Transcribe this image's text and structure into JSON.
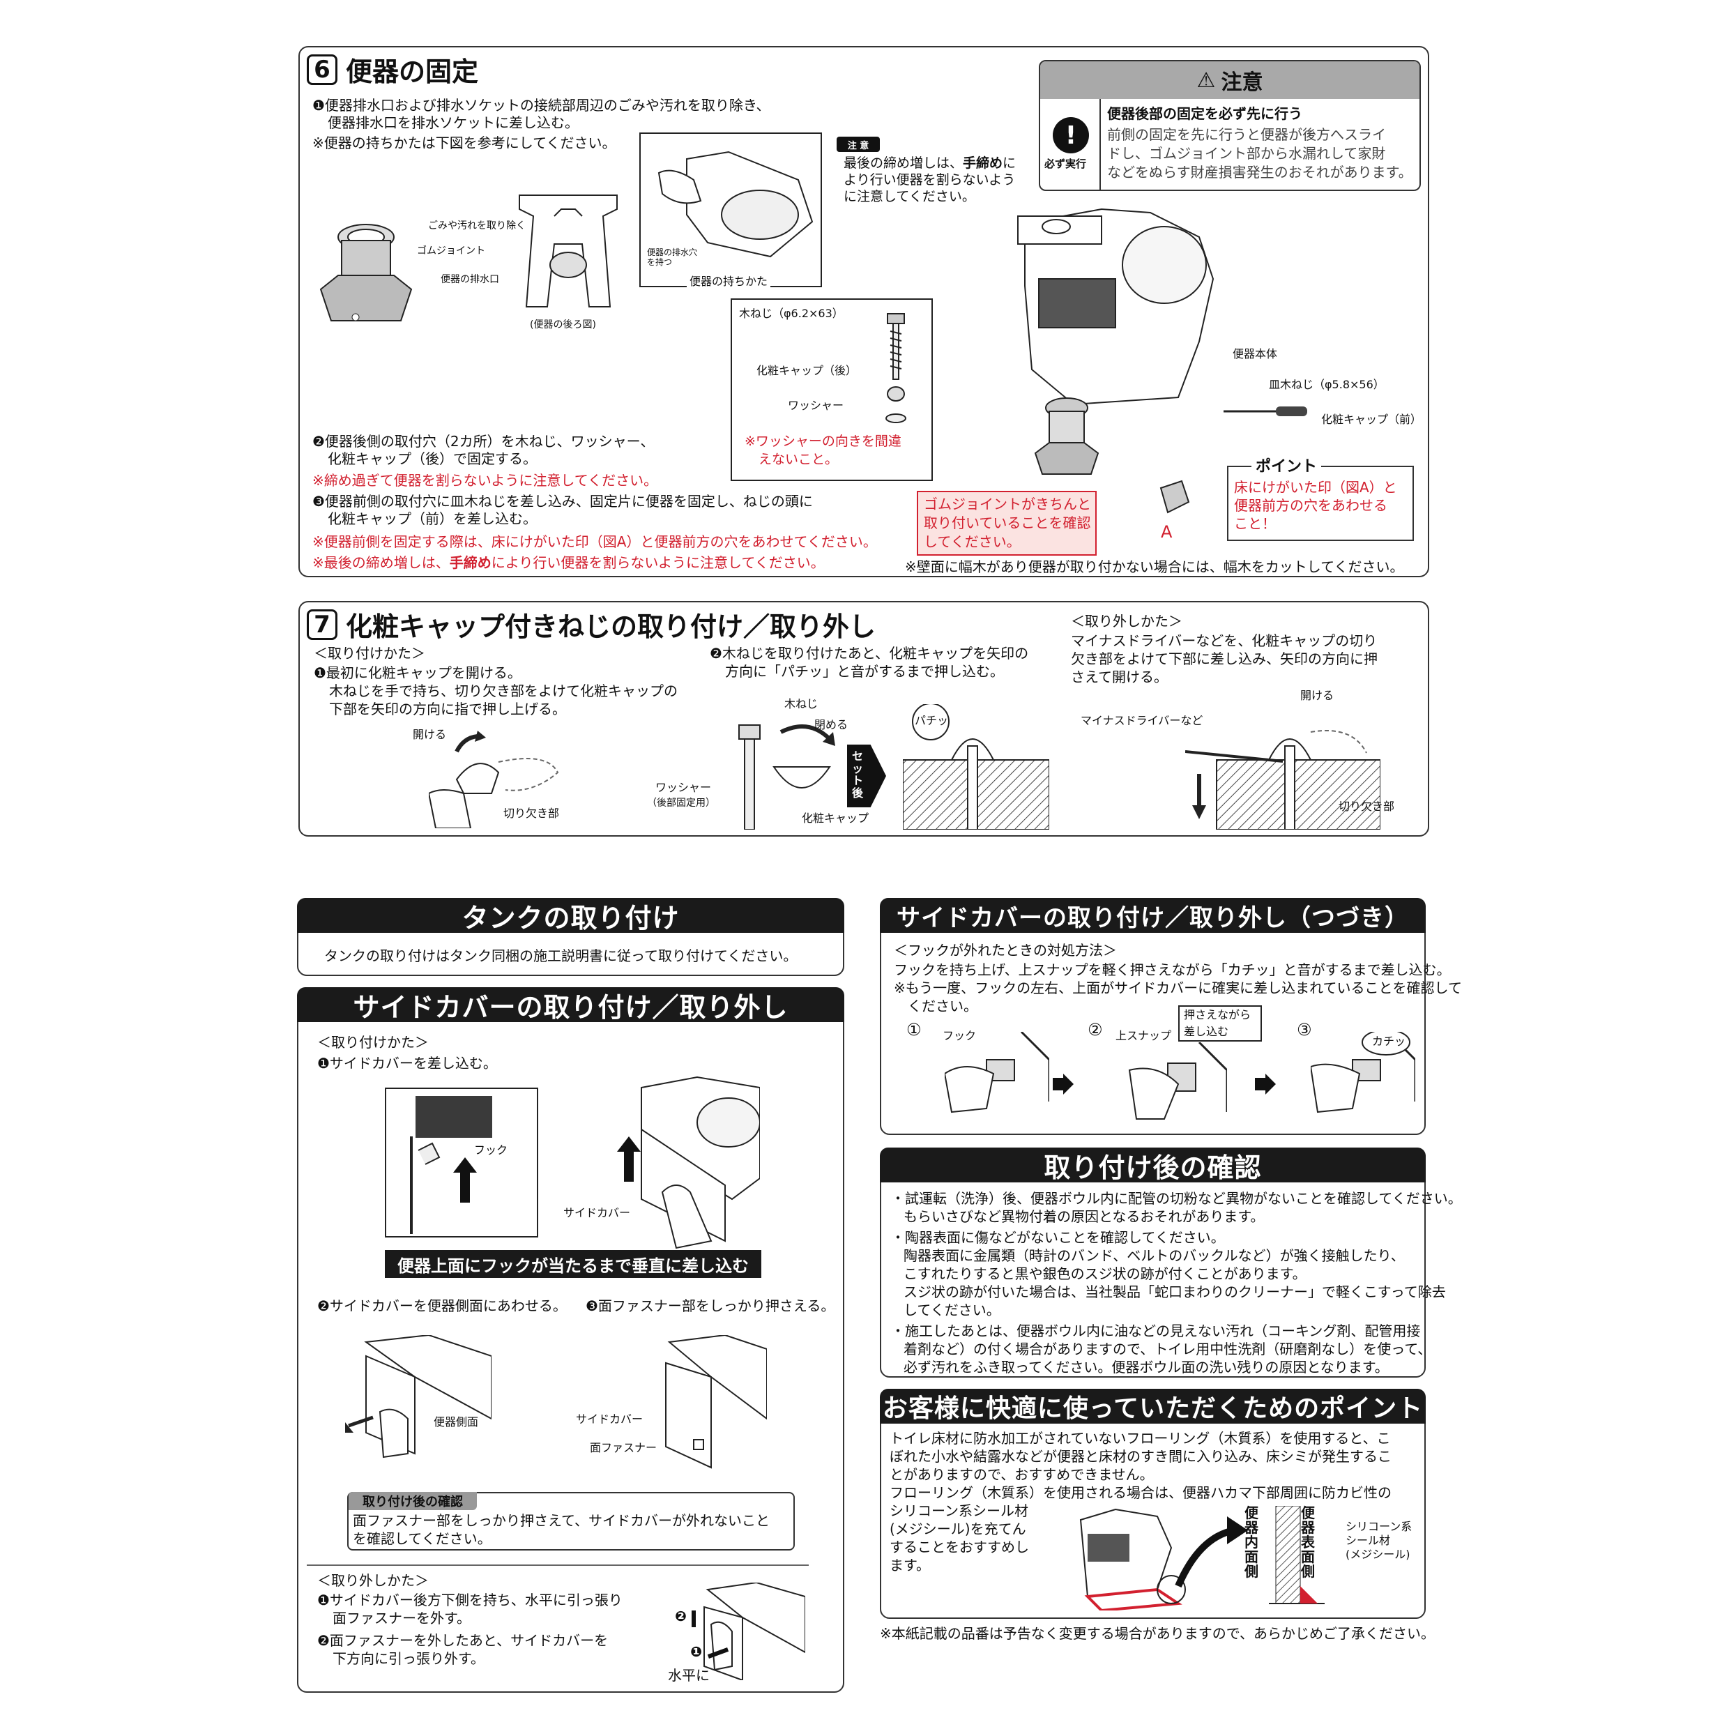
{
  "s6": {
    "num": "6",
    "title": "便器の固定",
    "step1_l1": "❶便器排水口および排水ソケットの接続部周辺のごみや汚れを取り除き、",
    "step1_l2": "便器排水口を排水ソケットに差し込む。",
    "step1_note": "※便器の持ちかたは下図を参考にしてください。",
    "lbl_dirt": "ごみや汚れを取り除く",
    "lbl_gomu": "ゴムジョイント",
    "lbl_outlet": "便器の排水口",
    "lbl_back": "(便器の後ろ図)",
    "lbl_hold_hole": "便器の排水穴\nを持つ",
    "lbl_holding": "便器の持ちかた",
    "caution_tag": "注 意",
    "caution_text_l1": "最後の締め増しは、",
    "caution_text_bold": "手締め",
    "caution_text_l1b": "に",
    "caution_text_l2": "より行い便器を割らないよう",
    "caution_text_l3": "に注意してください。",
    "warn_title": "注意",
    "warn_must": "必ず実行",
    "warn_head": "便器後部の固定を必ず先に行う",
    "warn_l1": "前側の固定を先に行うと便器が後方へスライ",
    "warn_l2": "ドし、ゴムジョイント部から水漏れして家財",
    "warn_l3": "などをぬらす財産損害発生のおそれがあります。",
    "lbl_woodscrew": "木ねじ（φ6.2×63）",
    "lbl_cap_back": "化粧キャップ（後）",
    "lbl_washer": "ワッシャー",
    "lbl_washer_warn_l1": "※ワッシャーの向きを間違",
    "lbl_washer_warn_l2": "えないこと。",
    "lbl_body": "便器本体",
    "lbl_flatscrew": "皿木ねじ（φ5.8×56）",
    "lbl_cap_front": "化粧キャップ（前）",
    "point_title": "ポイント",
    "point_l1": "床にけがいた印（図A）と",
    "point_l2": "便器前方の穴をあわせる",
    "point_l3": "こと！",
    "lbl_A": "A",
    "gomu_bubble_l1": "ゴムジョイントがきちんと",
    "gomu_bubble_l2": "取り付いていることを確認",
    "gomu_bubble_l3": "してください。",
    "step2_l1": "❷便器後側の取付穴（2カ所）を木ねじ、ワッシャー、",
    "step2_l2": "化粧キャップ（後）で固定する。",
    "step2_warn": "※締め過ぎて便器を割らないように注意してください。",
    "step3_l1": "❸便器前側の取付穴に皿木ねじを差し込み、固定片に便器を固定し、ねじの頭に",
    "step3_l2": "化粧キャップ（前）を差し込む。",
    "step3_warn1": "※便器前側を固定する際は、床にけがいた印（図A）と便器前方の穴をあわせてください。",
    "step3_warn2a": "※最後の締め増しは、",
    "step3_warn2b": "手締め",
    "step3_warn2c": "により行い便器を割らないように注意してください。",
    "baseboard": "※壁面に幅木があり便器が取り付かない場合には、幅木をカットしてください。"
  },
  "s7": {
    "num": "7",
    "title": "化粧キャップ付きねじの取り付け／取り外し",
    "attach_head": "＜取り付けかた＞",
    "a1_l1": "❶最初に化粧キャップを開ける。",
    "a1_l2": "木ねじを手で持ち、切り欠き部をよけて化粧キャップの",
    "a1_l3": "下部を矢印の方向に指で押し上げる。",
    "lbl_open": "開ける",
    "lbl_notch": "切り欠き部",
    "a2_l1": "❷木ねじを取り付けたあと、化粧キャップを矢印の",
    "a2_l2": "方向に「パチッ」と音がするまで押し込む。",
    "lbl_screw": "木ねじ",
    "lbl_close": "閉める",
    "lbl_washer": "ワッシャー",
    "lbl_washer_sub": "（後部固定用）",
    "lbl_cap": "化粧キャップ",
    "lbl_after_set": "セット後",
    "lbl_pachi": "パチッ",
    "remove_head": "＜取り外しかた＞",
    "r_l1": "マイナスドライバーなどを、化粧キャップの切り",
    "r_l2": "欠き部をよけて下部に差し込み、矢印の方向に押",
    "r_l3": "さえて開ける。",
    "lbl_driver": "マイナスドライバーなど",
    "lbl_open2": "開ける",
    "lbl_notch2": "切り欠き部"
  },
  "tank": {
    "title": "タンクの取り付け",
    "text": "タンクの取り付けはタンク同梱の施工説明書に従って取り付けてください。"
  },
  "side": {
    "title": "サイドカバーの取り付け／取り外し",
    "attach_head": "＜取り付けかた＞",
    "s1": "❶サイドカバーを差し込む。",
    "lbl_hook": "フック",
    "lbl_sidecover": "サイドカバー",
    "banner": "便器上面にフックが当たるまで垂直に差し込む",
    "s2": "❷サイドカバーを便器側面にあわせる。",
    "s3": "❸面ファスナー部をしっかり押さえる。",
    "lbl_side_face": "便器側面",
    "lbl_sidecover2": "サイドカバー",
    "lbl_fastener": "面ファスナー",
    "confirm_tag": "取り付け後の確認",
    "confirm_l1": "面ファスナー部をしっかり押さえて、サイドカバーが外れないこと",
    "confirm_l2": "を確認してください。",
    "remove_head": "＜取り外しかた＞",
    "r1_l1": "❶サイドカバー後方下側を持ち、水平に引っ張り",
    "r1_l2": "面ファスナーを外す。",
    "r2_l1": "❷面ファスナーを外したあと、サイドカバーを",
    "r2_l2": "下方向に引っ張り外す。",
    "lbl_horizontal": "水平に",
    "lbl_n1": "❶",
    "lbl_n2": "❷"
  },
  "side2": {
    "title": "サイドカバーの取り付け／取り外し（つづき）",
    "head": "＜フックが外れたときの対処方法＞",
    "l1": "フックを持ち上げ、上スナップを軽く押さえながら「カチッ」と音がするまで差し込む。",
    "l2": "※もう一度、フックの左右、上面がサイドカバーに確実に差し込まれていることを確認して",
    "l3": "ください。",
    "c1": "①",
    "c2": "②",
    "c3": "③",
    "lbl_hook": "フック",
    "lbl_snap": "上スナップ",
    "lbl_press_l1": "押さえながら",
    "lbl_press_l2": "差し込む",
    "lbl_kachi": "カチッ"
  },
  "confirm": {
    "title": "取り付け後の確認",
    "b1_l1": "・試運転（洗浄）後、便器ボウル内に配管の切粉など異物がないことを確認してください。",
    "b1_l2": "もらいさびなど異物付着の原因となるおそれがあります。",
    "b2_l1": "・陶器表面に傷などがないことを確認してください。",
    "b2_l2": "陶器表面に金属類（時計のバンド、ベルトのバックルなど）が強く接触したり、",
    "b2_l3": "こすれたりすると黒や銀色のスジ状の跡が付くことがあります。",
    "b2_l4": "スジ状の跡が付いた場合は、当社製品「蛇口まわりのクリーナー」で軽くこすって除去",
    "b2_l5": "してください。",
    "b3_l1": "・施工したあとは、便器ボウル内に油などの見えない汚れ（コーキング剤、配管用接",
    "b3_l2": "着剤など）の付く場合がありますので、トイレ用中性洗剤（研磨剤なし）を使って、",
    "b3_l3": "必ず汚れをふき取ってください。便器ボウル面の洗い残りの原因となります。"
  },
  "comfort": {
    "title": "お客様に快適に使っていただくためのポイント",
    "l1": "トイレ床材に防水加工がされていないフローリング（木質系）を使用すると、こ",
    "l2": "ぼれた小水や結露水などが便器と床材のすき間に入り込み、床シミが発生するこ",
    "l3": "とがありますので、おすすめできません。",
    "l4": "フローリング（木質系）を使用される場合は、便器ハカマ下部周囲に防カビ性の",
    "l5": "シリコーン系シール材",
    "l6": "(メジシール)を充てん",
    "l7": "することをおすすめし",
    "l8": "ます。",
    "lbl_inner": "便器内面側",
    "lbl_outer": "便器表面側",
    "lbl_seal_l1": "シリコーン系",
    "lbl_seal_l2": "シール材",
    "lbl_seal_l3": "(メジシール)"
  },
  "footer": "※本紙記載の品番は予告なく変更する場合がありますので、あらかじめご了承ください。"
}
